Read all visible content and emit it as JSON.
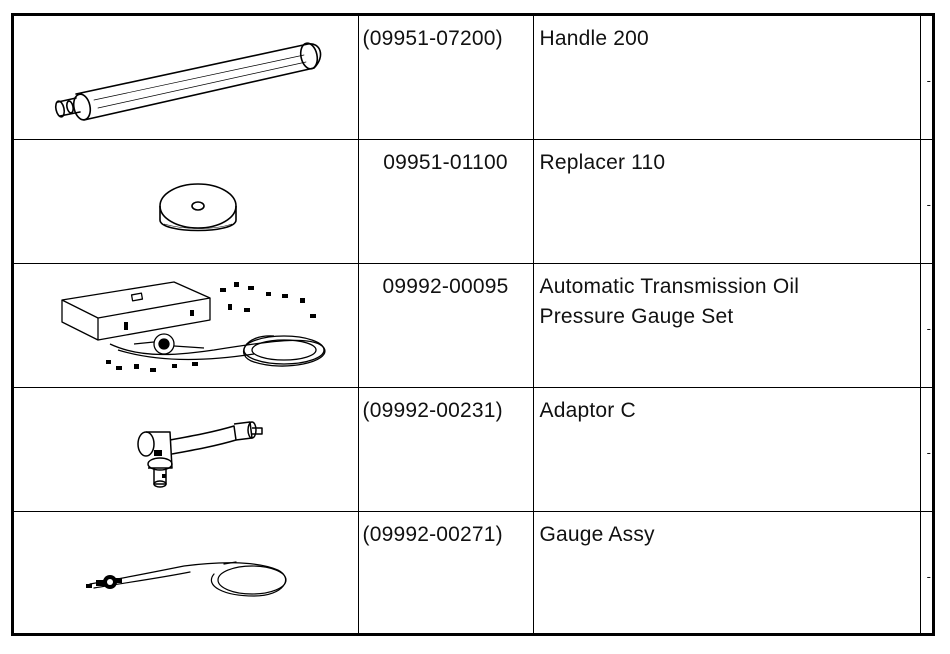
{
  "tools": [
    {
      "illustration": "handle-illustration",
      "part_number": "(09951-07200)",
      "name": "Handle 200",
      "mark": "-"
    },
    {
      "illustration": "replacer-disc-illustration",
      "part_number": "09951-01100",
      "name": "Replacer 110",
      "mark": "-"
    },
    {
      "illustration": "gauge-set-illustration",
      "part_number": "09992-00095",
      "name": "Automatic Transmission Oil Pressure Gauge Set",
      "mark": "-"
    },
    {
      "illustration": "adaptor-illustration",
      "part_number": "(09992-00231)",
      "name": "Adaptor C",
      "mark": "-"
    },
    {
      "illustration": "gauge-assy-illustration",
      "part_number": "(09992-00271)",
      "name": "Gauge Assy",
      "mark": "-"
    }
  ]
}
